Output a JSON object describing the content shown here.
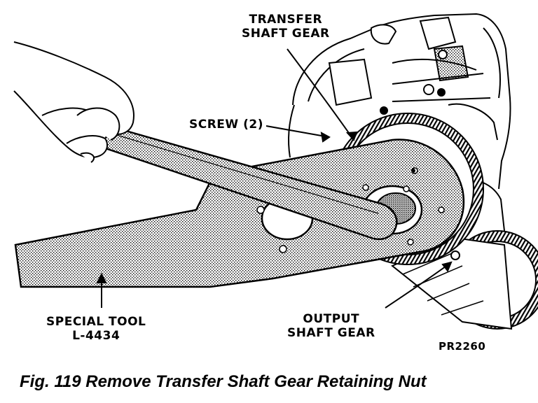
{
  "labels": {
    "transfer_shaft_gear": [
      "TRANSFER",
      "SHAFT GEAR"
    ],
    "screw": "SCREW (2)",
    "special_tool": [
      "SPECIAL TOOL",
      "L-4434"
    ],
    "output_shaft_gear": [
      "OUTPUT",
      "SHAFT GEAR"
    ]
  },
  "reference_code": "PR2260",
  "caption": "Fig. 119 Remove Transfer Shaft Gear Retaining Nut"
}
